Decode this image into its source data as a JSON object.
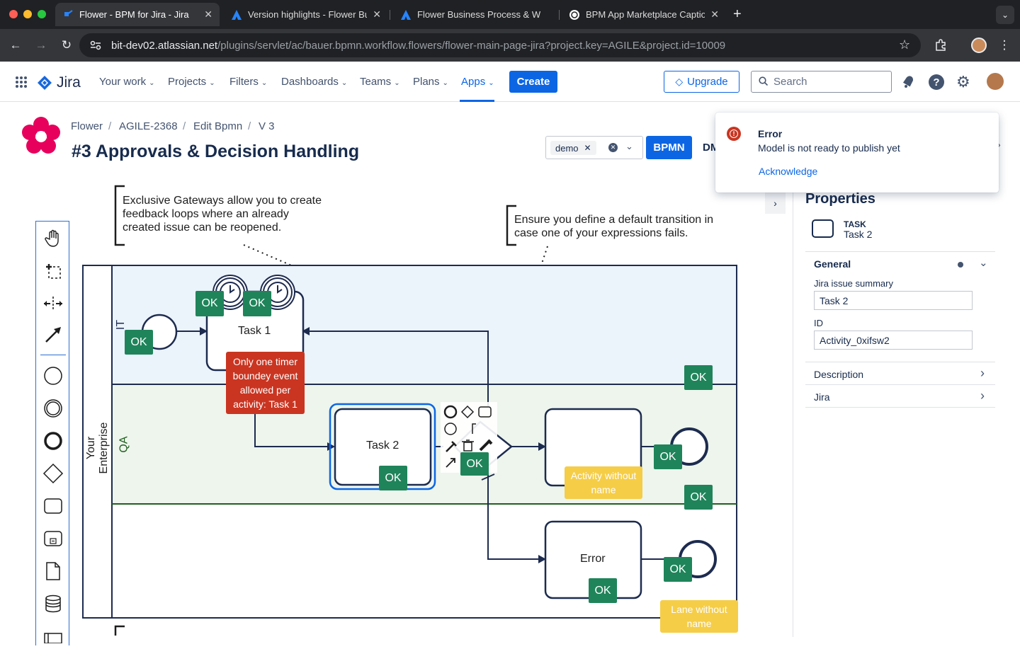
{
  "browser": {
    "tabs": [
      {
        "title": "Flower - BPM for Jira - Jira",
        "active": true
      },
      {
        "title": "Version highlights - Flower Bu",
        "active": false
      },
      {
        "title": "Flower Business Process & W",
        "active": false
      },
      {
        "title": "BPM App Marketplace Captio",
        "active": false
      }
    ],
    "url_host": "bit-dev02.atlassian.net",
    "url_path": "/plugins/servlet/ac/bauer.bpmn.workflow.flowers/flower-main-page-jira?project.key=AGILE&project.id=10009"
  },
  "jira_nav": {
    "logo": "Jira",
    "items": [
      "Your work",
      "Projects",
      "Filters",
      "Dashboards",
      "Teams",
      "Plans",
      "Apps"
    ],
    "selected": "Apps",
    "create": "Create",
    "upgrade": "Upgrade",
    "search_placeholder": "Search"
  },
  "breadcrumb": [
    "Flower",
    "AGILE-2368",
    "Edit Bpmn",
    "V 3"
  ],
  "page_title": "#3 Approvals & Decision Handling",
  "toolbar": {
    "tag": "demo",
    "bpmn_button": "BPMN",
    "dmn_partial": "DM"
  },
  "toast": {
    "title": "Error",
    "message": "Model is not ready to publish yet",
    "action": "Acknowledge"
  },
  "notes": {
    "note1": [
      "Exclusive Gateways allow you to create",
      "feedback loops where an already",
      "created issue can be reopened."
    ],
    "note2": [
      "Ensure you define a default transition in",
      "case one of your expressions fails."
    ]
  },
  "diagram": {
    "pool": "Your Enterprise",
    "lanes": [
      "IT",
      "QA"
    ],
    "task1": "Task 1",
    "task2": "Task 2",
    "error_task": "Error",
    "ok": "OK",
    "error_badge": [
      "Only one timer",
      "boundey event",
      "allowed per",
      "activity: Task 1"
    ],
    "warn_activity": [
      "Activity without",
      "name"
    ],
    "warn_lane": [
      "Lane without",
      "name"
    ]
  },
  "properties": {
    "heading": "Properties",
    "type": "TASK",
    "name": "Task 2",
    "general": "General",
    "summary_label": "Jira issue summary",
    "summary_value": "Task 2",
    "id_label": "ID",
    "id_value": "Activity_0xifsw2",
    "description": "Description",
    "jira": "Jira"
  },
  "palette_tools": [
    "hand-tool-icon",
    "lasso-tool-icon",
    "space-tool-icon",
    "connect-tool-icon",
    "start-event-icon",
    "intermediate-event-icon",
    "end-event-icon",
    "gateway-icon",
    "task-icon",
    "subprocess-icon",
    "data-object-icon",
    "data-store-icon",
    "pool-icon"
  ],
  "colors": {
    "jira_blue": "#0c66e4",
    "ok_green": "#1f845a",
    "error_red": "#ca3521",
    "warn_yellow": "#f5cd47",
    "lane_it": "#ebf3fb",
    "lane_qa": "#edf5ec",
    "flower_red": "#e7005c"
  }
}
